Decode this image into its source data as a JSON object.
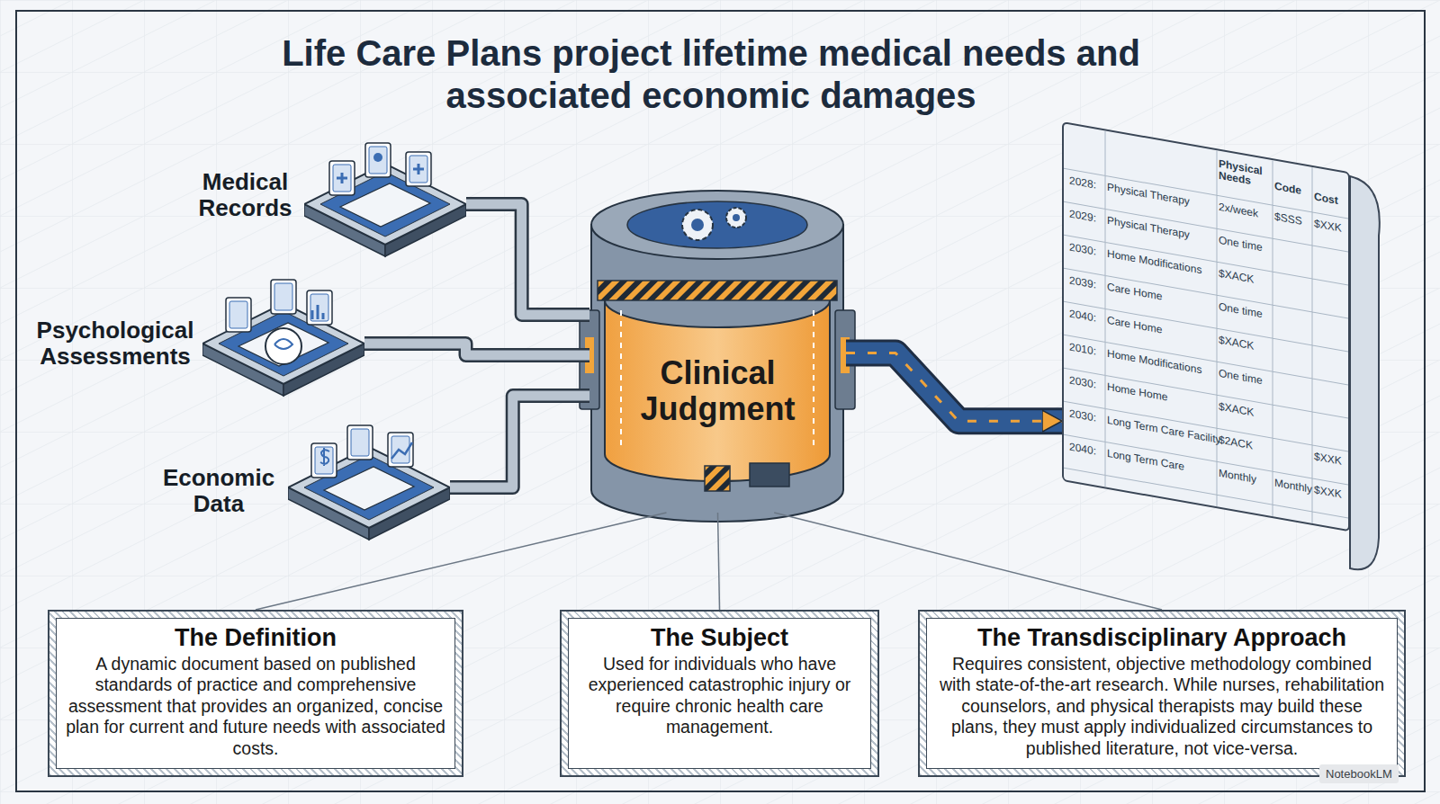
{
  "diagram": {
    "title": "Life Care Plans project lifetime medical needs and associated economic damages",
    "nodes": [
      {
        "text": [
          "Medical Records"
        ]
      },
      {
        "text": [
          "Psychological Assessments"
        ]
      },
      {
        "text": [
          "Economic Data"
        ]
      },
      {
        "text": [
          "Clinical Judgment"
        ]
      },
      {
        "text": [
          "Physical Needs",
          "Code",
          "Cost"
        ]
      },
      {
        "text": [
          "The Definition",
          "A dynamic document based on published standards of practice and comprehensive assessment that provides an organized, concise plan for current and future needs with associated costs."
        ]
      },
      {
        "text": [
          "The Subject",
          "Used for individuals who have experienced catastrophic injury or require chronic health care management."
        ]
      },
      {
        "text": [
          "The Transdisciplinary Approach",
          "Requires consistent, objective methodology combined with state-of-the-art research. While nurses, rehabilitation counselors, and physical therapists may build these plans, they must apply individualized circumstances to published literature, not vice-versa."
        ]
      }
    ],
    "edges": [
      {
        "from": 0,
        "to": 3,
        "arrow": "none"
      },
      {
        "from": 1,
        "to": 3,
        "arrow": "none"
      },
      {
        "from": 2,
        "to": 3,
        "arrow": "none"
      },
      {
        "from": 3,
        "to": 4,
        "arrow": "to"
      },
      {
        "from": 5,
        "to": 3,
        "arrow": "none"
      },
      {
        "from": 6,
        "to": 3,
        "arrow": "none"
      },
      {
        "from": 7,
        "to": 3,
        "arrow": "none"
      }
    ],
    "labels": [
      "2028:",
      "Physical Therapy",
      "2x/week",
      "2029:",
      "Physical Therapy",
      "One time",
      "2030:",
      "Home Modifications",
      "$XACK",
      "2039:",
      "Care Home",
      "One time",
      "2040:",
      "Care Home",
      "$XACK",
      "2010:",
      "Home Modifications",
      "One time",
      "2030:",
      "Home Home",
      "$XACK",
      "2030:",
      "Long Term Care Facility",
      "$2ACK",
      "2040:",
      "Long Term Care",
      "Monthly",
      "$SSS",
      "$XXK",
      "Monthly",
      "$XXK",
      "$XXK",
      "NotebookLM"
    ]
  }
}
